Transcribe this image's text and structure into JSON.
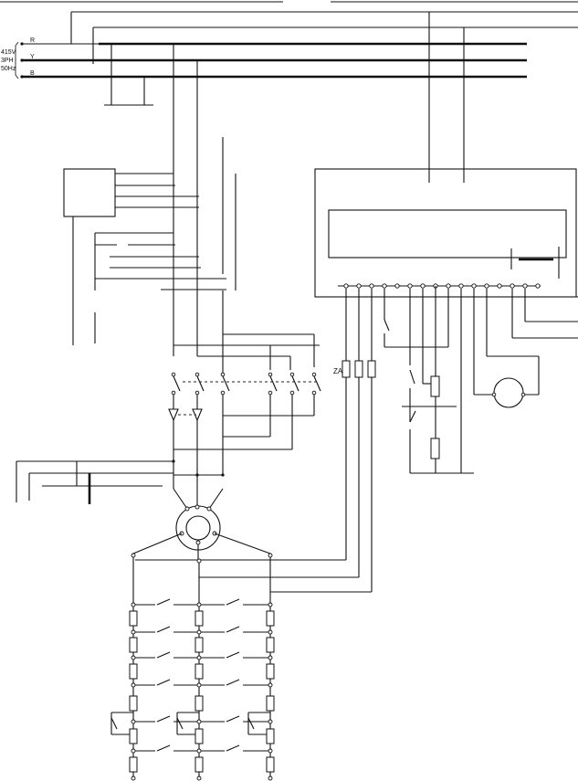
{
  "supply": {
    "voltage": "415V",
    "phase": "3PH",
    "frequency": "50Hz"
  },
  "lines": {
    "r": "R",
    "y": "Y",
    "b": "B"
  },
  "labels": {
    "fuse": "ZA"
  }
}
